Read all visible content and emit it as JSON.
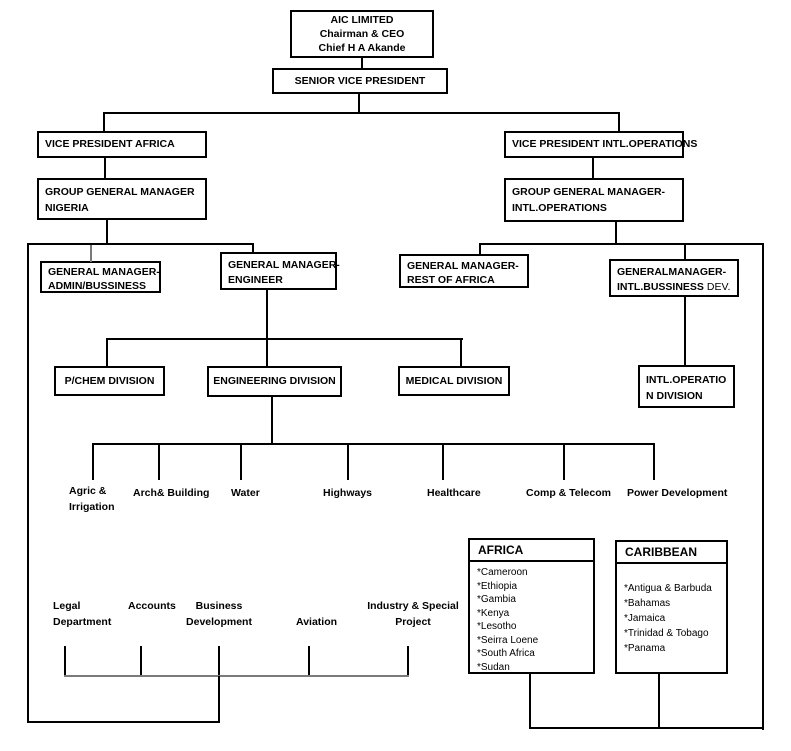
{
  "nodes": {
    "aic": {
      "line1": "AIC LIMITED",
      "line2": "Chairman  & CEO",
      "line3": "Chief H A Akande"
    },
    "svp": {
      "label": "SENIOR VICE PRESIDENT"
    },
    "vp_africa": {
      "label": "VICE PRESIDENT AFRICA"
    },
    "vp_intl": {
      "label": "VICE PRESIDENT INTL.OPERATIONS"
    },
    "ggm_nigeria": {
      "line1": "GROUP GENERAL MANAGER",
      "line2": "NIGERIA"
    },
    "ggm_intl": {
      "line1": "GROUP GENERAL MANAGER-",
      "line2": "INTL.OPERATIONS"
    },
    "gm_admin": {
      "line1": "GENERAL MANAGER-",
      "line2": "ADMIN/BUSSINESS"
    },
    "gm_engineer": {
      "line1": "GENERAL MANAGER-",
      "line2": "ENGINEER"
    },
    "gm_rest_of_africa": {
      "line1": "GENERAL MANAGER-",
      "line2": "REST OF AFRICA"
    },
    "gm_intl_bussiness": {
      "line1": "GENERALMANAGER-",
      "line2": "INTL.BUSSINESS",
      "line2_suffix": "DEV."
    },
    "pchem_division": {
      "label": "P/CHEM DIVISION"
    },
    "engineering_division": {
      "label": "ENGINEERING DIVISION"
    },
    "medical_division": {
      "label": "MEDICAL DIVISION"
    },
    "intl_operation_division": {
      "line1": "INTL.OPERATIO",
      "line2": "N DIVISION"
    }
  },
  "engineering_units": {
    "agric": {
      "line1": "Agric &",
      "line2": "Irrigation"
    },
    "arch": {
      "label": "Arch& Building"
    },
    "water": {
      "label": "Water"
    },
    "highways": {
      "label": "Highways"
    },
    "healthcare": {
      "label": "Healthcare"
    },
    "comp_telecom": {
      "label": "Comp & Telecom"
    },
    "power": {
      "label": "Power Development"
    }
  },
  "regions": {
    "africa": {
      "title": "AFRICA",
      "items": [
        "*Cameroon",
        "*Ethiopia",
        "*Gambia",
        "*Kenya",
        "*Lesotho",
        "*Seirra Loene",
        "*South Africa",
        "*Sudan"
      ]
    },
    "caribbean": {
      "title": "CARIBBEAN",
      "items": [
        "*Antigua & Barbuda",
        "*Bahamas",
        "*Jamaica",
        "*Trinidad & Tobago",
        "*Panama"
      ]
    }
  },
  "departments": {
    "legal": {
      "line1": "Legal",
      "line2": "Department"
    },
    "accounts": {
      "label": "Accounts"
    },
    "business": {
      "line1": "Business",
      "line2": "Development"
    },
    "aviation": {
      "label": "Aviation"
    },
    "industry": {
      "line1": "Industry & Special",
      "line2": "Project"
    }
  },
  "colors": {
    "line": "#000000",
    "muted_line": "#7a7a7a",
    "text": "#000000",
    "background": "#ffffff"
  }
}
